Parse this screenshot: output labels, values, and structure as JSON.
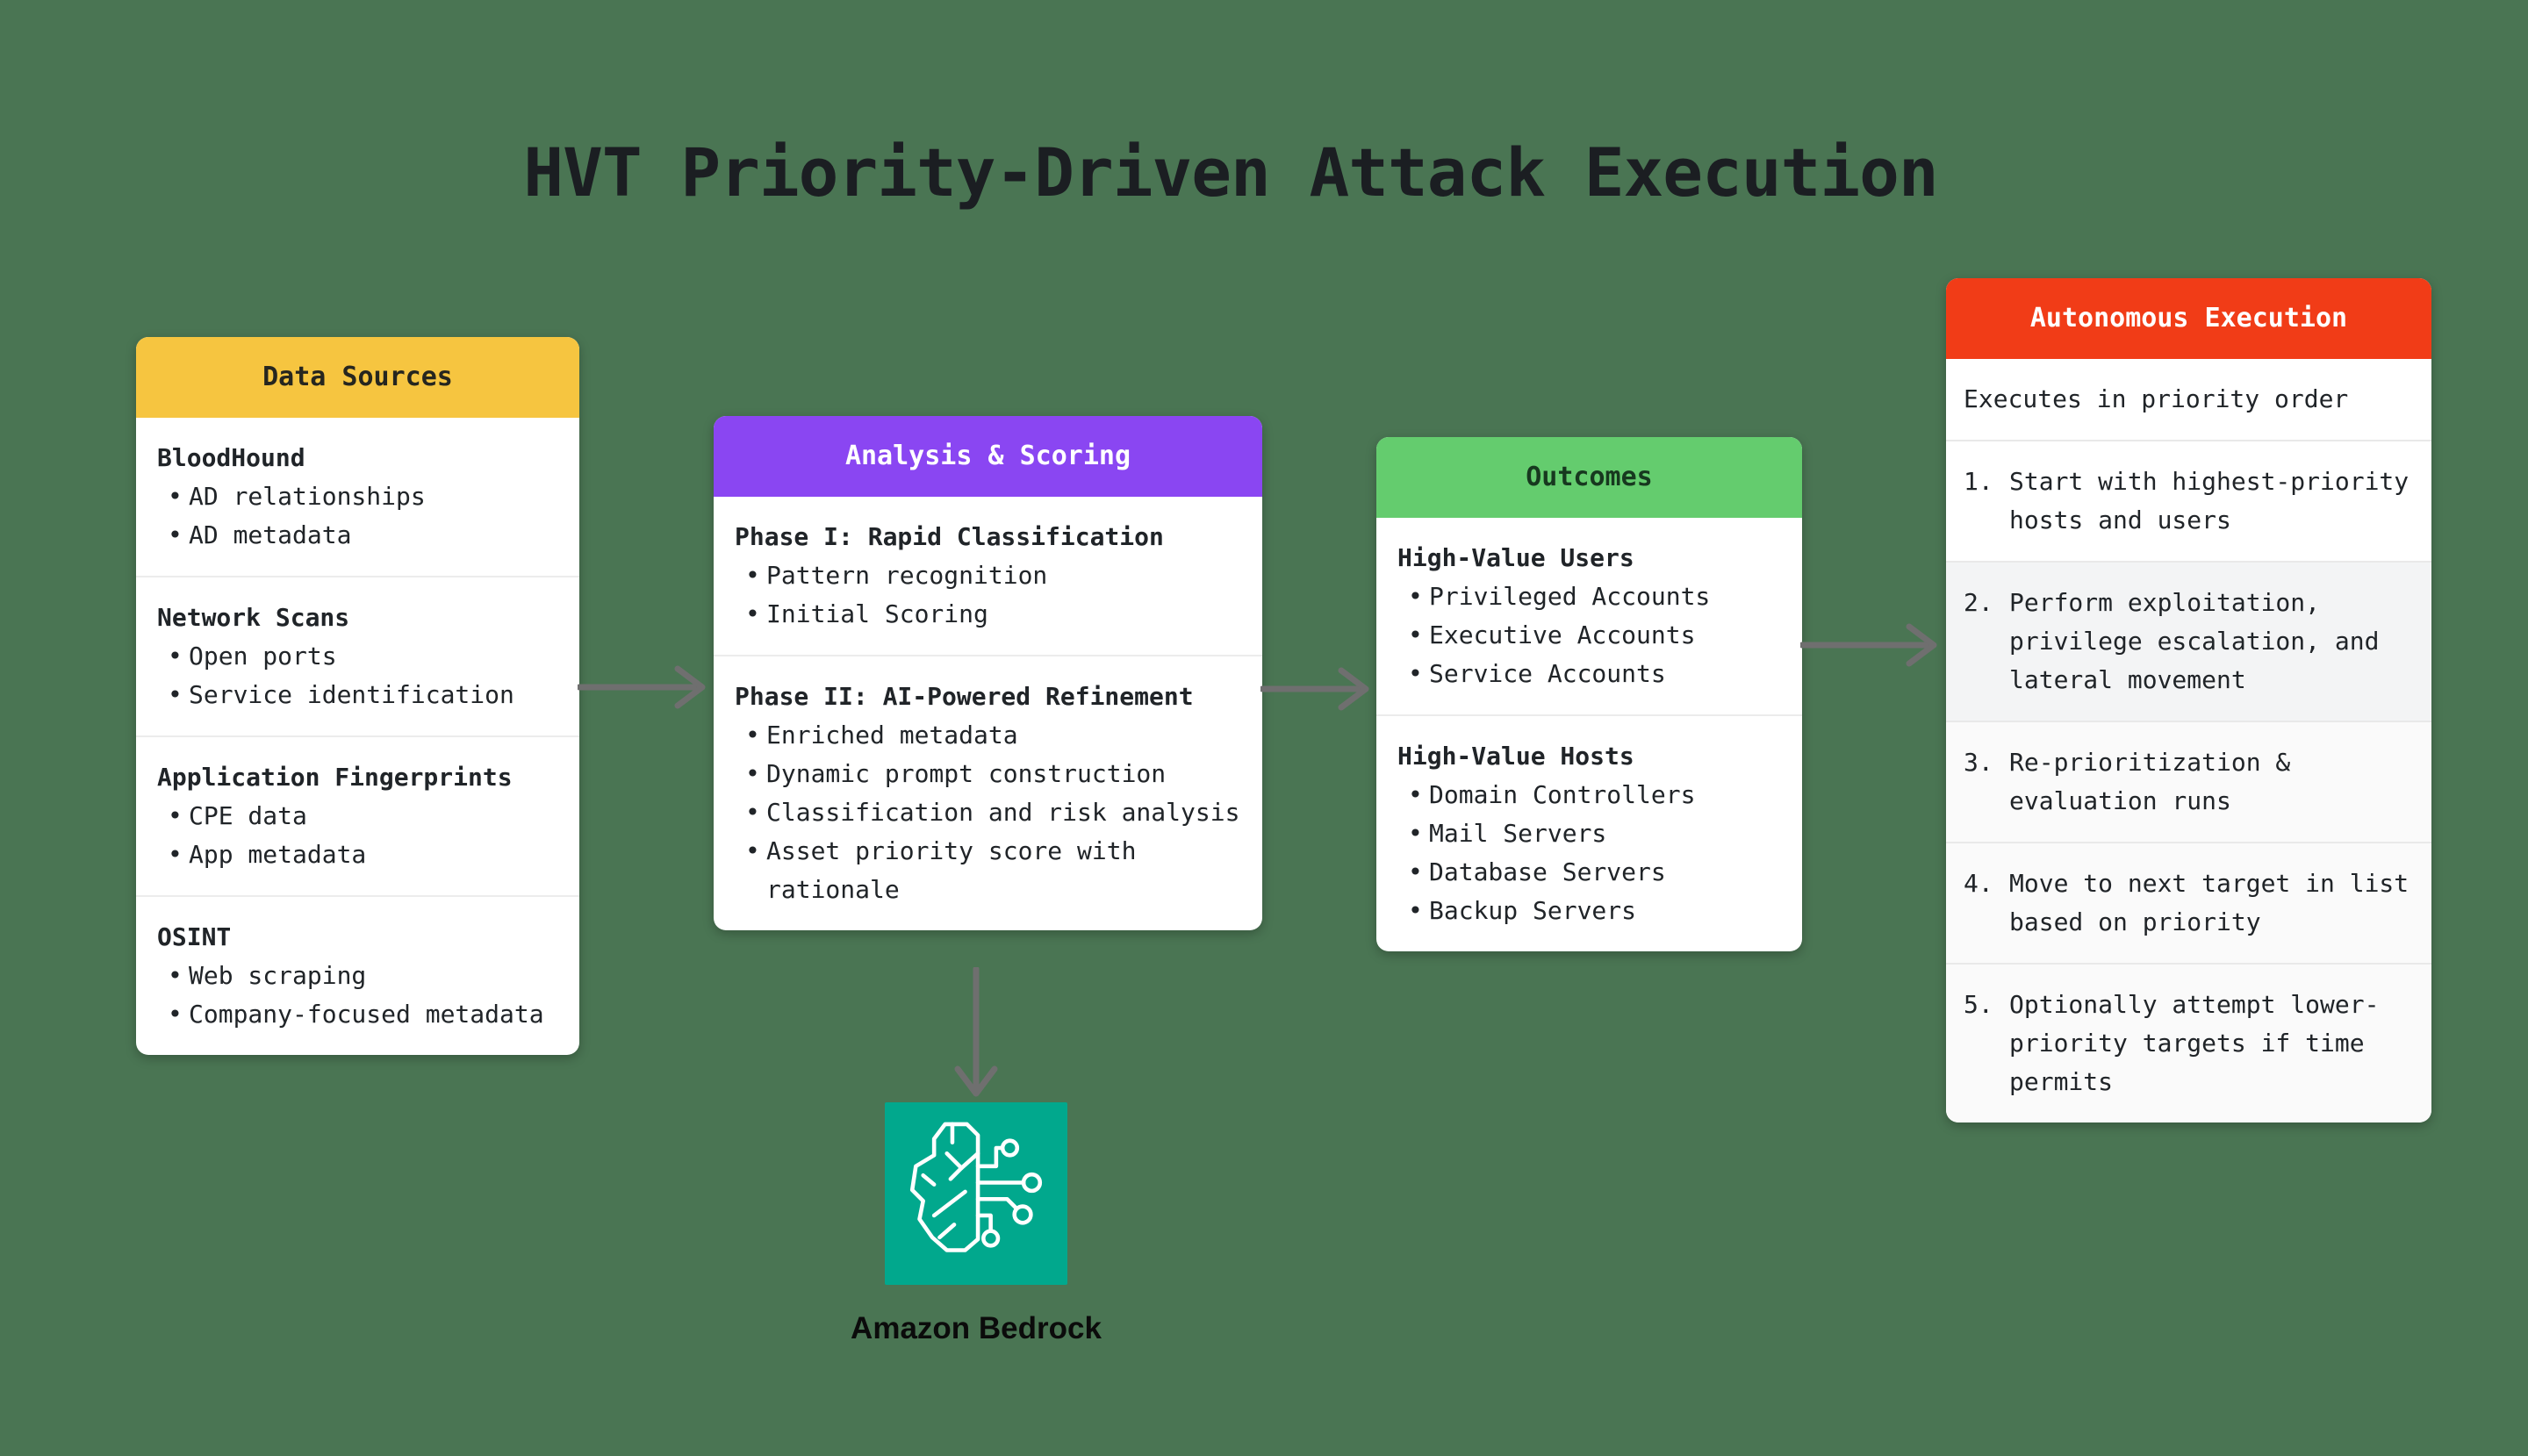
{
  "title": "HVT Priority-Driven Attack Execution",
  "data_sources": {
    "header": "Data Sources",
    "sections": [
      {
        "heading": "BloodHound",
        "bullets": [
          "AD relationships",
          "AD metadata"
        ]
      },
      {
        "heading": "Network Scans",
        "bullets": [
          "Open ports",
          "Service identification"
        ]
      },
      {
        "heading": "Application Fingerprints",
        "bullets": [
          "CPE data",
          "App metadata"
        ]
      },
      {
        "heading": "OSINT",
        "bullets": [
          "Web scraping",
          "Company-focused metadata"
        ]
      }
    ]
  },
  "analysis": {
    "header": "Analysis & Scoring",
    "sections": [
      {
        "heading": "Phase I: Rapid Classification",
        "bullets": [
          "Pattern recognition",
          "Initial Scoring"
        ]
      },
      {
        "heading": "Phase II: AI-Powered Refinement",
        "bullets": [
          "Enriched metadata",
          "Dynamic prompt construction",
          "Classification and risk analysis",
          "Asset priority score with rationale"
        ]
      }
    ]
  },
  "outcomes": {
    "header": "Outcomes",
    "sections": [
      {
        "heading": "High-Value Users",
        "bullets": [
          "Privileged Accounts",
          "Executive Accounts",
          "Service Accounts"
        ]
      },
      {
        "heading": "High-Value Hosts",
        "bullets": [
          "Domain Controllers",
          "Mail Servers",
          "Database Servers",
          "Backup Servers"
        ]
      }
    ]
  },
  "autonomous": {
    "header": "Autonomous Execution",
    "intro": "Executes in priority order",
    "steps": [
      {
        "num": "1.",
        "text": "Start with highest-priority hosts and users"
      },
      {
        "num": "2.",
        "text": "Perform exploitation, privilege escalation, and lateral movement"
      },
      {
        "num": "3.",
        "text": "Re-prioritization & evaluation runs"
      },
      {
        "num": "4.",
        "text": "Move to next target in list based on priority"
      },
      {
        "num": "5.",
        "text": "Optionally attempt lower-priority targets if time permits"
      }
    ]
  },
  "bedrock": {
    "label": "Amazon Bedrock"
  },
  "colors": {
    "background": "#4A7553",
    "data_sources_header": "#F6C540",
    "analysis_header": "#8A46F2",
    "outcomes_header": "#64CC6E",
    "autonomous_header": "#F13C17",
    "bedrock_teal": "#01A88D",
    "arrow_gray": "#6F6F6F",
    "text": "#202428"
  }
}
